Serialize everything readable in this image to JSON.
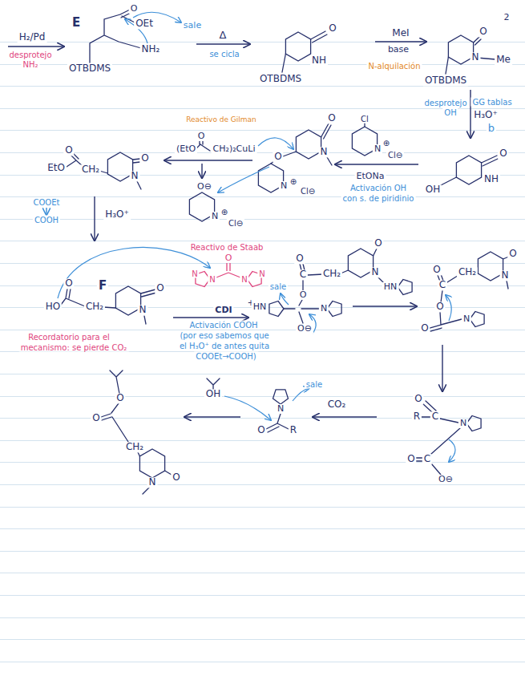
{
  "diagram": {
    "labels": [
      "2",
      "H₂/Pd",
      "desprotejo",
      "NH₂",
      "E",
      "O",
      "OEt",
      "sale",
      "NH₂",
      "OTBDMS",
      "Δ",
      "se cicla",
      "O",
      "NH",
      "OTBDMS",
      "MeI",
      "base",
      "N-alquilación",
      "O",
      "N",
      "Me",
      "OTBDMS",
      "desprotejo",
      "OH",
      "GG tablas",
      "H₃O⁺",
      "b",
      "O",
      "NH",
      "OH",
      "Cl",
      "N",
      "⊕",
      "Cl⊖",
      "EtONa",
      "Activación OH",
      "con s. de piridinio",
      "Reactivo de Gilman",
      "O",
      "N",
      "O",
      "N",
      "⊕",
      "Cl⊖",
      "(EtO",
      "O",
      "CH₂)₂CuLi",
      "O⊖",
      "N",
      "⊕",
      "Cl⊖",
      "EtO",
      "O",
      "CH₂",
      "O",
      "N",
      "COOEt",
      "COOH",
      "H₃O⁺",
      "Reactivo de Staab",
      "O",
      "N",
      "N",
      "N",
      "N",
      "F",
      "O",
      "HO",
      "CH₂",
      "O",
      "N",
      "Recordatorio para el",
      "mecanismo: se pierde CO₂",
      "CDI",
      "Activación COOH",
      "(por eso sabemos que",
      "el H₃O⁺ de antes quita",
      "COOEt→COOH)",
      "O",
      "C",
      "CH₂",
      "O",
      "N",
      "sale",
      "+",
      "HN",
      "O",
      "N",
      "O⊖",
      "HN",
      "O",
      "C",
      "CH₂",
      "O",
      "N",
      "O",
      "O",
      "N",
      "O",
      "R",
      "C",
      "N",
      "O",
      "C",
      "O⊖",
      "CO₂",
      "sale",
      "N",
      "O",
      "R",
      "OH",
      "O",
      "O",
      "CH₂",
      "N",
      "O"
    ]
  }
}
